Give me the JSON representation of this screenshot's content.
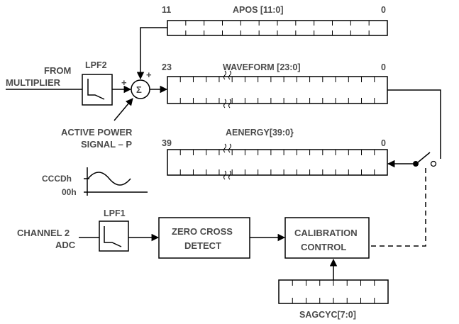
{
  "registers": {
    "apos": {
      "title": "APOS [11:0]",
      "msb": "11",
      "lsb": "0"
    },
    "waveform": {
      "title": "WAVEFORM [23:0]",
      "msb": "23",
      "lsb": "0"
    },
    "aenergy": {
      "title": "AENERGY[39:0}",
      "msb": "39",
      "lsb": "0"
    },
    "sagcyc": {
      "title": "SAGCYC[7:0]"
    }
  },
  "inputs": {
    "from_multiplier_line1": "FROM",
    "from_multiplier_line2": "MULTIPLIER",
    "channel2_line1": "CHANNEL 2",
    "channel2_line2": "ADC"
  },
  "filters": {
    "lpf2": "LPF2",
    "lpf1": "LPF1"
  },
  "summer": {
    "symbol": "Σ",
    "plus_left": "+",
    "plus_top": "+"
  },
  "signal": {
    "label_line1": "ACTIVE POWER",
    "label_line2": "SIGNAL – P",
    "level_high": "CCCDh",
    "level_low": "00h"
  },
  "blocks": {
    "zero_cross_line1": "ZERO CROSS",
    "zero_cross_line2": "DETECT",
    "calibration_line1": "CALIBRATION",
    "calibration_line2": "CONTROL"
  }
}
